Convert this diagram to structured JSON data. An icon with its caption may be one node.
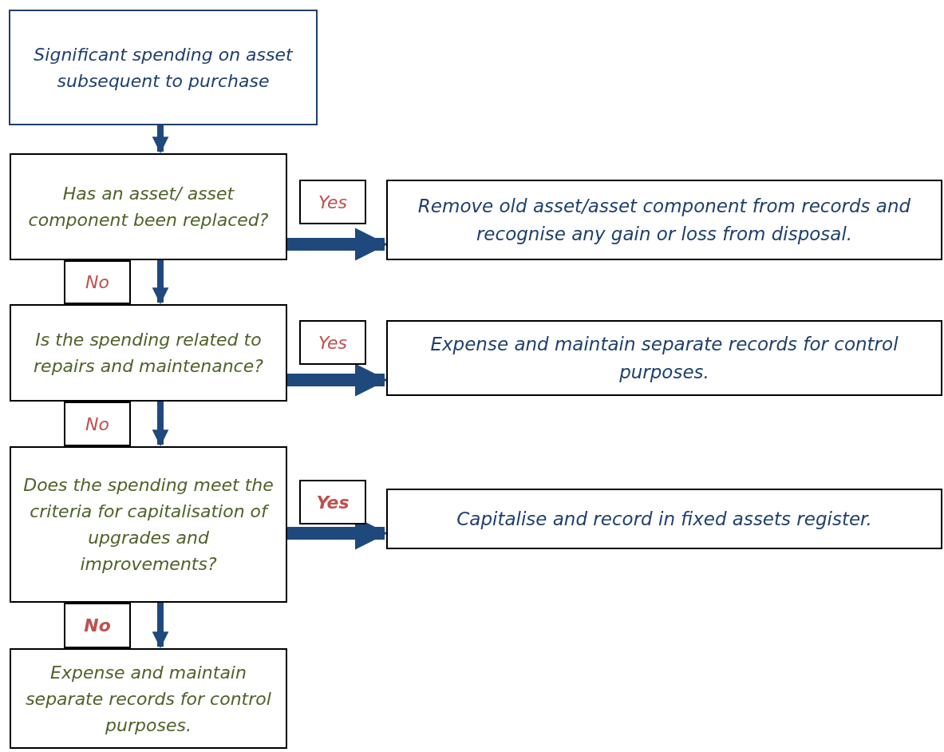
{
  "diagram": {
    "nodes": [
      {
        "text": [
          "Significant spending on asset subsequent to purchase"
        ]
      },
      {
        "text": [
          "Has an asset/ asset component been replaced?"
        ]
      },
      {
        "text": [
          "Yes"
        ]
      },
      {
        "text": [
          "Remove old asset/asset component from records and recognise any gain or loss from disposal."
        ]
      },
      {
        "text": [
          "No"
        ]
      },
      {
        "text": [
          "Is the spending related to repairs and maintenance?"
        ]
      },
      {
        "text": [
          "Yes"
        ]
      },
      {
        "text": [
          "Expense and maintain separate records for control purposes."
        ]
      },
      {
        "text": [
          "No"
        ]
      },
      {
        "text": [
          "Does the spending meet the criteria for capitalisation of upgrades and improvements?"
        ]
      },
      {
        "text": [
          "Yes"
        ]
      },
      {
        "text": [
          "Capitalise and record in fixed assets register."
        ]
      },
      {
        "text": [
          "No"
        ]
      },
      {
        "text": [
          "Expense and maintain separate records for control purposes."
        ]
      }
    ],
    "edges": [
      {
        "from": 0,
        "to": 1,
        "arrow": "to"
      },
      {
        "from": 1,
        "to": 3,
        "arrow": "to",
        "style": "thick"
      },
      {
        "from": 1,
        "to": 5,
        "arrow": "to"
      },
      {
        "from": 5,
        "to": 7,
        "arrow": "to",
        "style": "thick"
      },
      {
        "from": 5,
        "to": 9,
        "arrow": "to"
      },
      {
        "from": 9,
        "to": 11,
        "arrow": "to",
        "style": "thick"
      },
      {
        "from": 9,
        "to": 13,
        "arrow": "to"
      }
    ]
  }
}
